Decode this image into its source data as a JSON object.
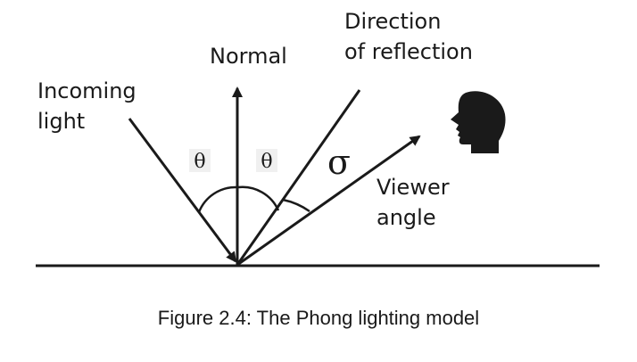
{
  "labels": {
    "incoming_line1": "Incoming",
    "incoming_line2": "light",
    "normal": "Normal",
    "reflection_line1": "Direction",
    "reflection_line2": "of reflection",
    "viewer_line1": "Viewer",
    "viewer_line2": "angle",
    "theta_left": "θ",
    "theta_right": "θ",
    "sigma": "σ"
  },
  "caption": "Figure 2.4: The Phong lighting model",
  "icons": {
    "viewer": "human-head-silhouette-icon"
  },
  "colors": {
    "ink": "#1a1a1a",
    "theta_box": "#f0f0f0",
    "background": "#ffffff"
  }
}
